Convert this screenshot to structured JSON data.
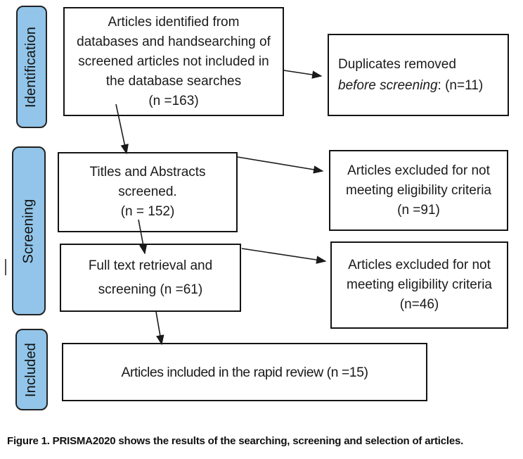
{
  "colors": {
    "stage_fill": "#92C5E9",
    "stage_border": "#222222",
    "box_border": "#141414",
    "arrow": "#1a1a1a",
    "background": "#ffffff"
  },
  "stages": {
    "identification": "Identification",
    "screening": "Screening",
    "included": "Included"
  },
  "boxes": {
    "identified": {
      "lines": [
        "Articles identified from",
        "databases and handsearching of",
        "screened articles not included in",
        "the database searches",
        "(n =163)"
      ]
    },
    "duplicates": {
      "line1": "Duplicates removed",
      "line2_italic": "before screening",
      "line2_rest": ": (n=11)"
    },
    "title_abstract": {
      "lines": [
        "Titles and Abstracts",
        "screened.",
        "(n = 152)"
      ]
    },
    "excluded_title_abstract": {
      "lines": [
        "Articles excluded for not",
        "meeting eligibility criteria",
        "(n =91)"
      ]
    },
    "fulltext": {
      "lines": [
        "Full text retrieval and",
        "screening (n =61)"
      ]
    },
    "excluded_fulltext": {
      "lines": [
        "Articles excluded for not",
        "meeting eligibility criteria",
        "(n=46)"
      ]
    },
    "included": {
      "text": "Articles included in the rapid review (n =15)"
    }
  },
  "caption": "Figure 1. PRISMA2020 shows the results of the searching, screening and selection of articles."
}
